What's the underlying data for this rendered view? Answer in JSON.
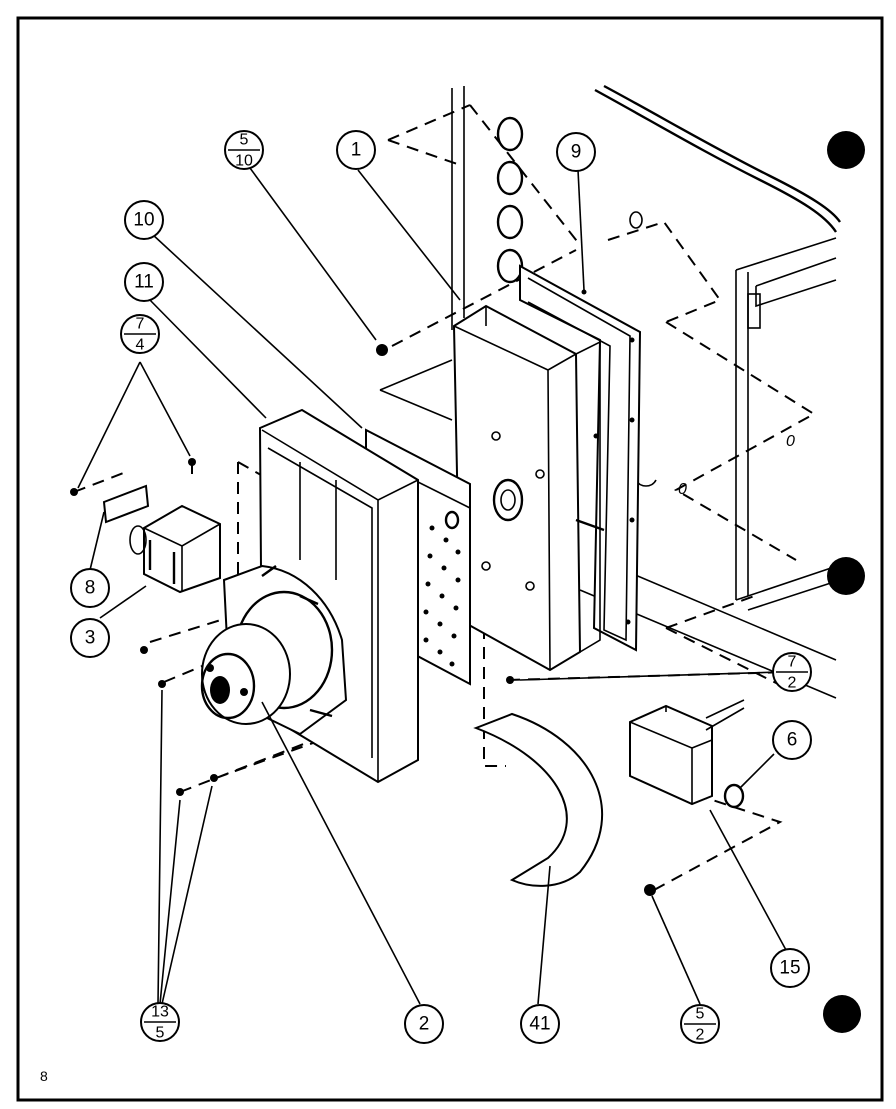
{
  "page": {
    "number": "8"
  },
  "callouts": [
    {
      "id": "c1",
      "label": "1"
    },
    {
      "id": "c9",
      "label": "9"
    },
    {
      "id": "c10",
      "label": "10"
    },
    {
      "id": "c11",
      "label": "11"
    },
    {
      "id": "c8",
      "label": "8"
    },
    {
      "id": "c3",
      "label": "3"
    },
    {
      "id": "c2",
      "label": "2"
    },
    {
      "id": "c41",
      "label": "41"
    },
    {
      "id": "c6",
      "label": "6"
    },
    {
      "id": "c15",
      "label": "15"
    }
  ],
  "fraction_callouts": [
    {
      "id": "f5_10",
      "top": "5",
      "bottom": "10"
    },
    {
      "id": "f7_4",
      "top": "7",
      "bottom": "4"
    },
    {
      "id": "f7_2",
      "top": "7",
      "bottom": "2"
    },
    {
      "id": "f13_5",
      "top": "13",
      "bottom": "5"
    },
    {
      "id": "f5_2",
      "top": "5",
      "bottom": "2"
    }
  ],
  "panel_marks": [
    "0",
    "0"
  ]
}
